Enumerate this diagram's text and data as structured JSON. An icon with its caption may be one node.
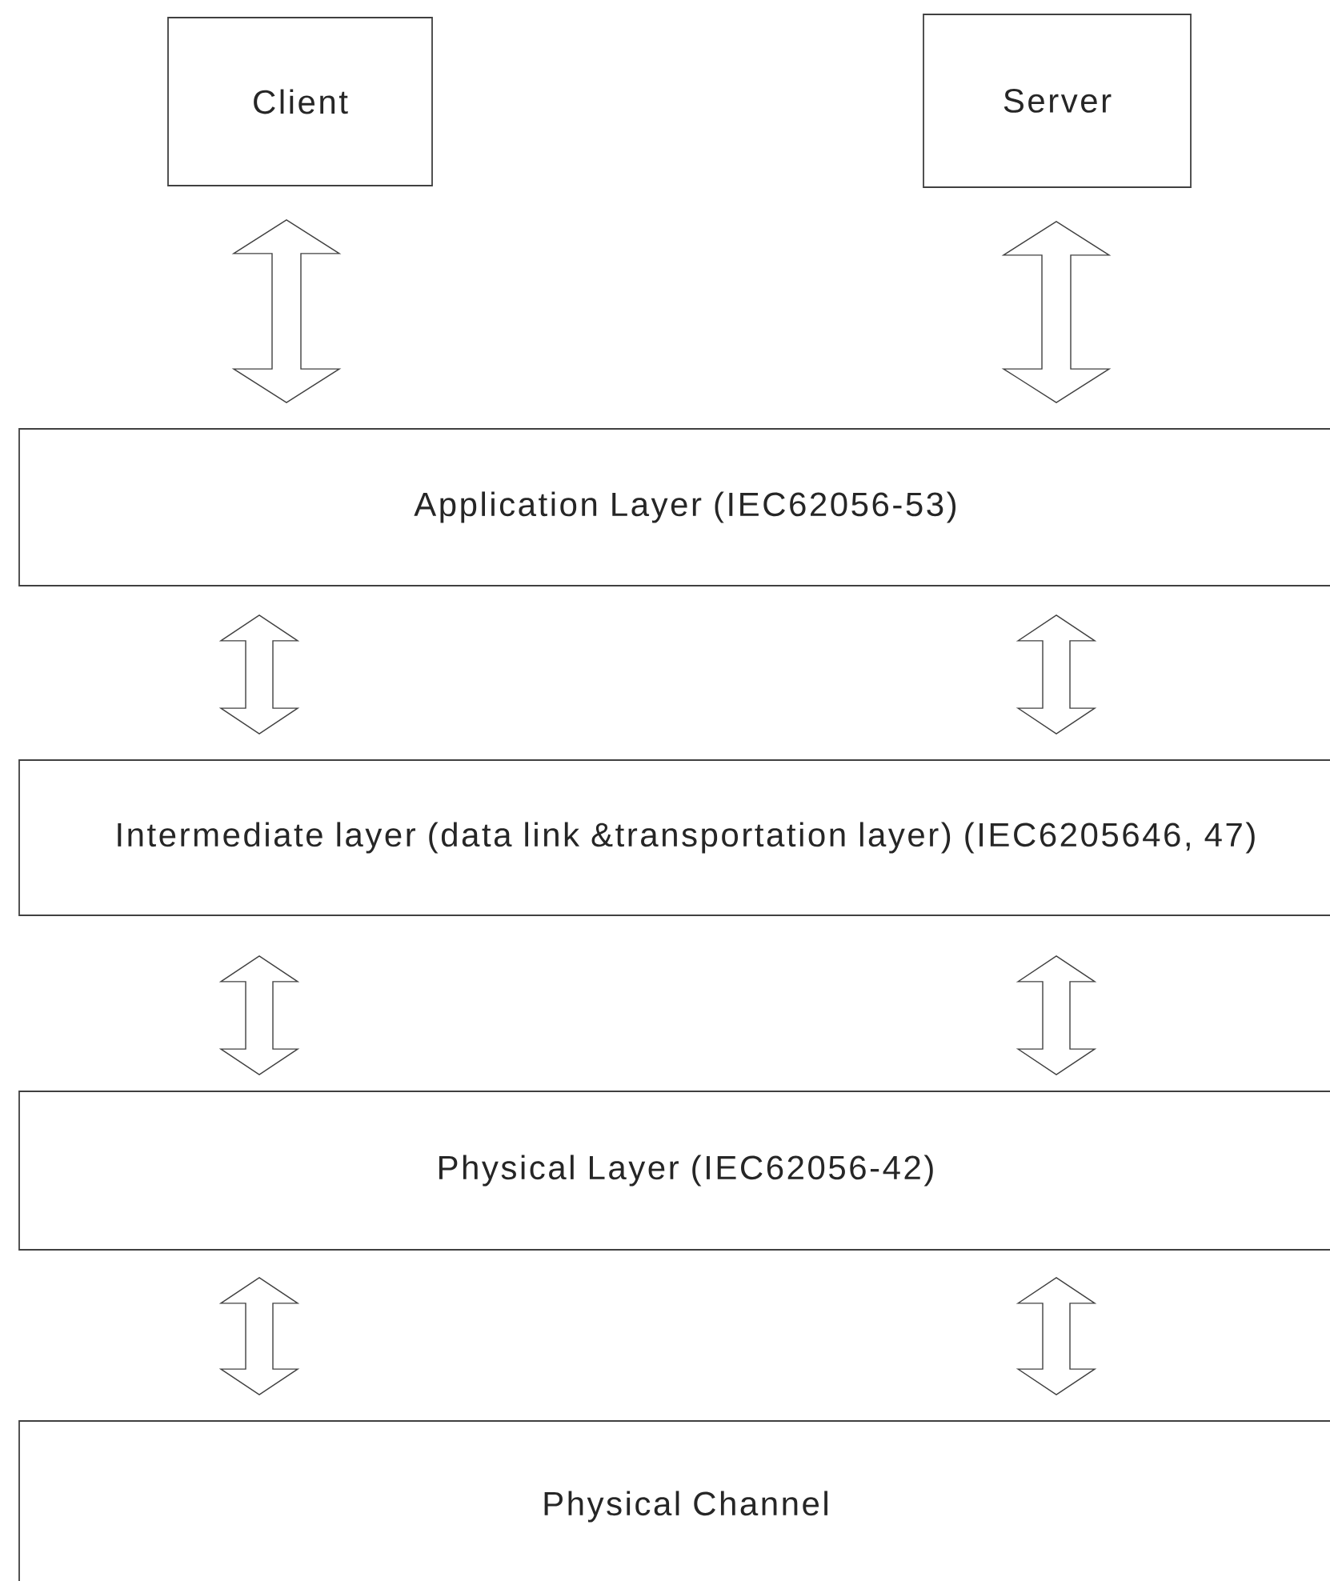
{
  "diagram": {
    "nodes": [
      {
        "text": [
          "Client"
        ]
      },
      {
        "text": [
          "Server"
        ]
      },
      {
        "text": [
          "Application Layer (IEC62056-53)"
        ]
      },
      {
        "text": [
          "Intermediate layer (data link &transportation layer) (IEC6205646, 47)"
        ]
      },
      {
        "text": [
          "Physical Layer (IEC62056-42)"
        ]
      },
      {
        "text": [
          "Physical Channel"
        ]
      }
    ],
    "edges": [
      {
        "from": 0,
        "to": 2,
        "arrow": "both"
      },
      {
        "from": 1,
        "to": 2,
        "arrow": "both"
      },
      {
        "from": 2,
        "to": 3,
        "arrow": "both"
      },
      {
        "from": 2,
        "to": 3,
        "arrow": "both"
      },
      {
        "from": 3,
        "to": 4,
        "arrow": "both"
      },
      {
        "from": 3,
        "to": 4,
        "arrow": "both"
      },
      {
        "from": 4,
        "to": 5,
        "arrow": "both"
      },
      {
        "from": 4,
        "to": 5,
        "arrow": "both"
      }
    ]
  }
}
